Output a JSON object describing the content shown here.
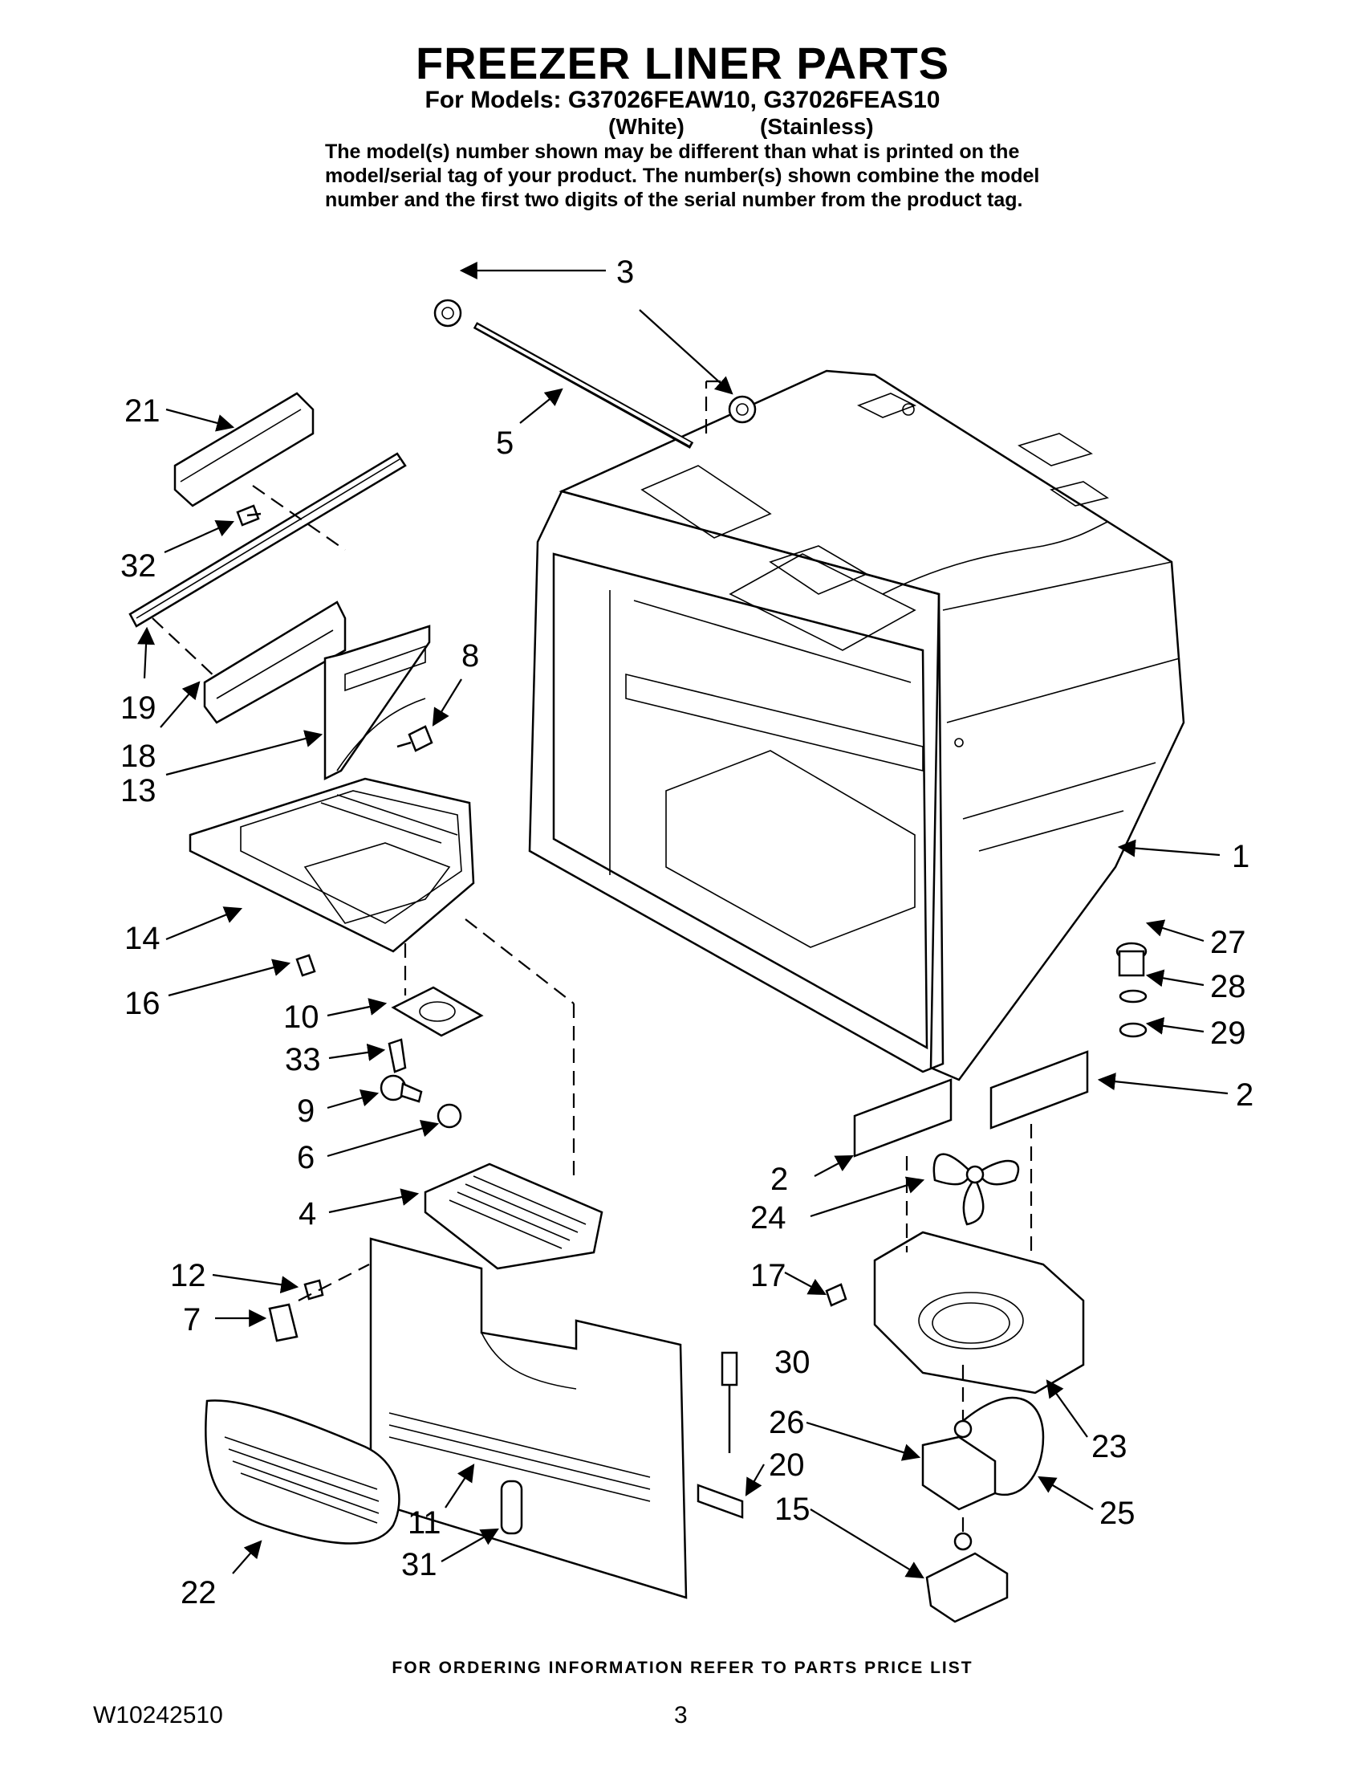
{
  "header": {
    "title": "FREEZER LINER PARTS",
    "models_line": "For Models: G37026FEAW10, G37026FEAS10",
    "variant_white": "(White)",
    "variant_stainless": "(Stainless)",
    "disclaimer": "The model(s) number shown may be different than what is printed on the model/serial tag of your product. The number(s) shown combine the model number and the first two digits of the serial number from the product tag."
  },
  "callouts": {
    "c1": "1",
    "c2a": "2",
    "c2b": "2",
    "c3": "3",
    "c4": "4",
    "c5": "5",
    "c6": "6",
    "c7": "7",
    "c8": "8",
    "c9": "9",
    "c10": "10",
    "c11": "11",
    "c12": "12",
    "c13": "13",
    "c14": "14",
    "c15": "15",
    "c16": "16",
    "c17": "17",
    "c18": "18",
    "c19": "19",
    "c20": "20",
    "c21": "21",
    "c22": "22",
    "c23": "23",
    "c24": "24",
    "c25": "25",
    "c26": "26",
    "c27": "27",
    "c28": "28",
    "c29": "29",
    "c30": "30",
    "c31": "31",
    "c32": "32",
    "c33": "33"
  },
  "footer": {
    "note": "FOR ORDERING INFORMATION REFER TO PARTS PRICE LIST",
    "doc_number": "W10242510",
    "page_number": "3"
  }
}
